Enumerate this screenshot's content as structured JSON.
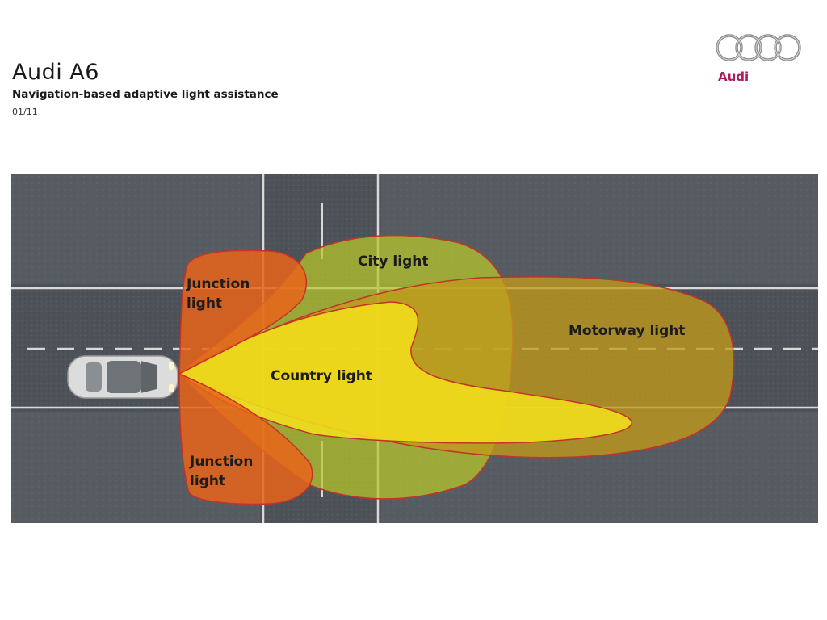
{
  "header": {
    "title": "Audi A6",
    "subtitle": "Navigation-based adaptive light assistance",
    "date": "01/11"
  },
  "logo": {
    "text": "Audi",
    "color": "#b0195d"
  },
  "diagram": {
    "zones": {
      "city": {
        "label": "City light",
        "color": "#b8c82a"
      },
      "motorway": {
        "label": "Motorway light",
        "color": "#c09a1a"
      },
      "country": {
        "label": "Country light",
        "color": "#f5e01c"
      },
      "junction_top": {
        "label_line1": "Junction",
        "label_line2": "light",
        "color": "#e8641a"
      },
      "junction_bottom": {
        "label_line1": "Junction",
        "label_line2": "light",
        "color": "#e8641a"
      }
    },
    "road_color": "#4d5258",
    "block_color": "#575c62"
  }
}
